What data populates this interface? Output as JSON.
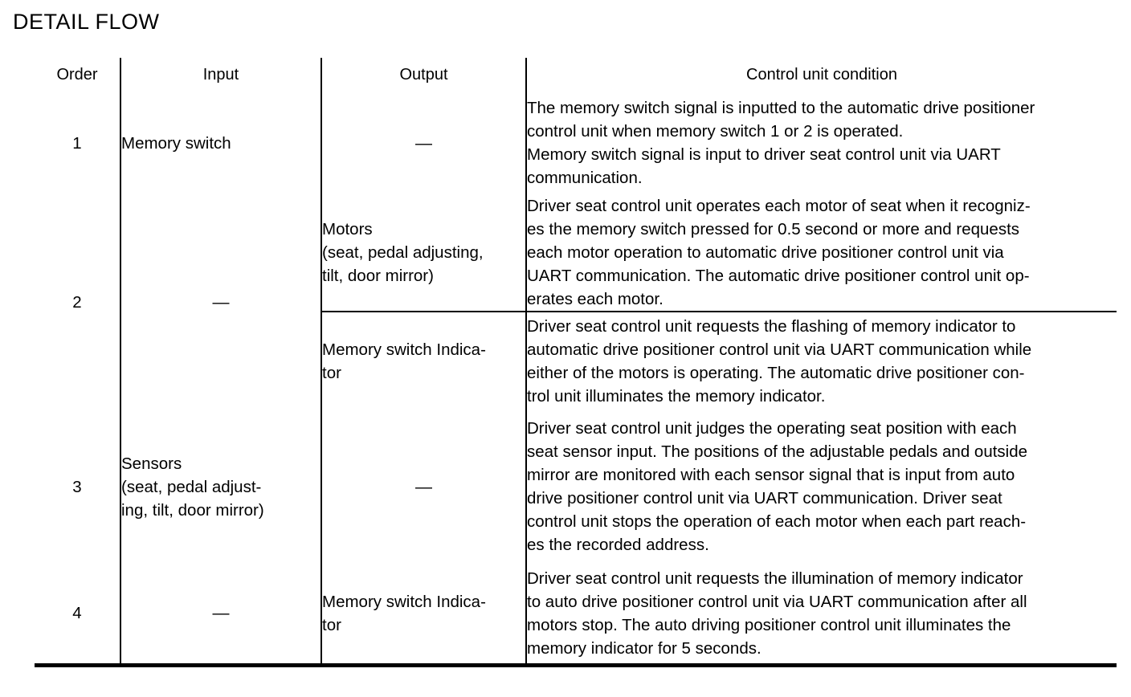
{
  "document": {
    "title": "DETAIL FLOW"
  },
  "table": {
    "headers": {
      "order": "Order",
      "input": "Input",
      "output": "Output",
      "condition": "Control unit condition"
    },
    "dash": "—",
    "rows": [
      {
        "order": "1",
        "input_lines": [
          "Memory switch"
        ],
        "subrows": [
          {
            "output_lines": [
              "—"
            ],
            "output_is_dash": true,
            "condition_lines": [
              "The memory switch signal is inputted to the automatic drive positioner",
              "control unit when memory switch 1 or 2 is operated.",
              "Memory switch signal is input to driver seat control unit via UART",
              "communication."
            ]
          }
        ]
      },
      {
        "order": "2",
        "input_lines": [
          "—"
        ],
        "input_is_dash": true,
        "subrows": [
          {
            "output_lines": [
              "Motors",
              "(seat, pedal adjusting,",
              "tilt, door mirror)"
            ],
            "output_is_dash": false,
            "condition_lines": [
              "Driver seat control unit operates each motor of seat when it recogniz-",
              "es the memory switch pressed for 0.5 second or more and requests",
              "each motor operation to automatic drive positioner control unit via",
              "UART communication. The automatic drive positioner control unit op-",
              "erates each motor."
            ]
          },
          {
            "output_lines": [
              "Memory switch Indica-",
              "tor"
            ],
            "output_is_dash": false,
            "condition_lines": [
              "Driver seat control unit requests the flashing of memory indicator to",
              "automatic drive positioner control unit via UART communication while",
              "either of the motors is operating. The automatic drive positioner con-",
              "trol unit illuminates the memory indicator."
            ]
          }
        ]
      },
      {
        "order": "3",
        "input_lines": [
          "Sensors",
          "(seat, pedal adjust-",
          "ing, tilt, door mirror)"
        ],
        "subrows": [
          {
            "output_lines": [
              "—"
            ],
            "output_is_dash": true,
            "condition_lines": [
              "Driver seat control unit judges the operating seat position with each",
              "seat sensor input. The positions of the adjustable pedals and outside",
              "mirror are monitored with each sensor signal that is input from auto",
              "drive positioner control unit via UART communication. Driver seat",
              "control unit stops the operation of each motor when each part reach-",
              "es the recorded address."
            ]
          }
        ]
      },
      {
        "order": "4",
        "input_lines": [
          "—"
        ],
        "input_is_dash": true,
        "subrows": [
          {
            "output_lines": [
              "Memory switch Indica-",
              "tor"
            ],
            "output_is_dash": false,
            "condition_lines": [
              "Driver seat control unit requests the illumination of memory indicator",
              "to auto drive positioner control unit via UART communication after all",
              "motors stop. The auto driving positioner control unit illuminates the",
              "memory indicator for 5 seconds."
            ]
          }
        ]
      }
    ]
  }
}
